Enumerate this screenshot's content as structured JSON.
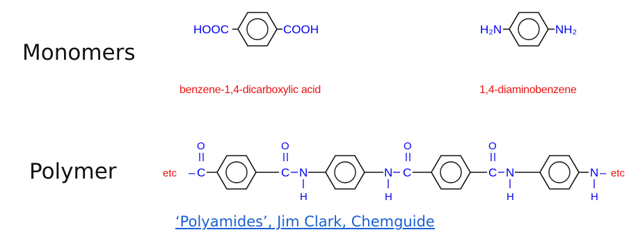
{
  "labels": {
    "monomers": "Monomers",
    "polymer": "Polymer"
  },
  "monomer_acid": {
    "left_group": "HOOC",
    "right_group": "COOH",
    "name": "benzene-1,4-dicarboxylic acid"
  },
  "monomer_amine": {
    "left_group": "H₂N",
    "right_group": "NH₂",
    "name": "1,4-diaminobenzene"
  },
  "polymer": {
    "etc": "etc",
    "carbon": "C",
    "oxygen": "O",
    "nitrogen": "N",
    "hydrogen": "H",
    "double_bond": "II",
    "single_bond": "–"
  },
  "citation": "‘Polyamides’, Jim Clark, Chemguide",
  "colors": {
    "structure": "#0000ee",
    "caption": "#ee1111",
    "link": "#1a5fd4"
  },
  "icons": {
    "benzene_ring": "hexagon-with-inner-circle"
  }
}
